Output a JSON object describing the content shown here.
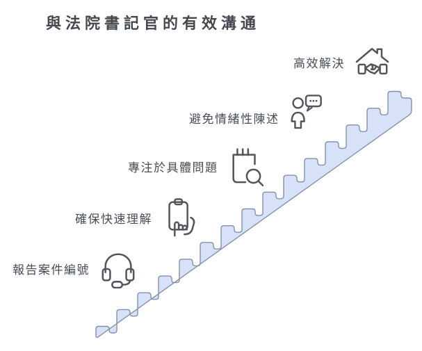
{
  "title": "與法院書記官的有效溝通",
  "steps": [
    {
      "label": "報告案件編號",
      "icon": "headset-icon"
    },
    {
      "label": "確保快速理解",
      "icon": "clipboard-tap-icon"
    },
    {
      "label": "專注於具體問題",
      "icon": "notepad-search-icon"
    },
    {
      "label": "避免情緒性陳述",
      "icon": "person-chat-icon"
    },
    {
      "label": "高效解決",
      "icon": "house-handshake-icon"
    }
  ],
  "colors": {
    "stair_fill": "#d7e2f8",
    "stair_stroke": "#8391a9",
    "title_color": "#45484f",
    "label_color": "#494d57",
    "icon_color": "#53555c"
  }
}
